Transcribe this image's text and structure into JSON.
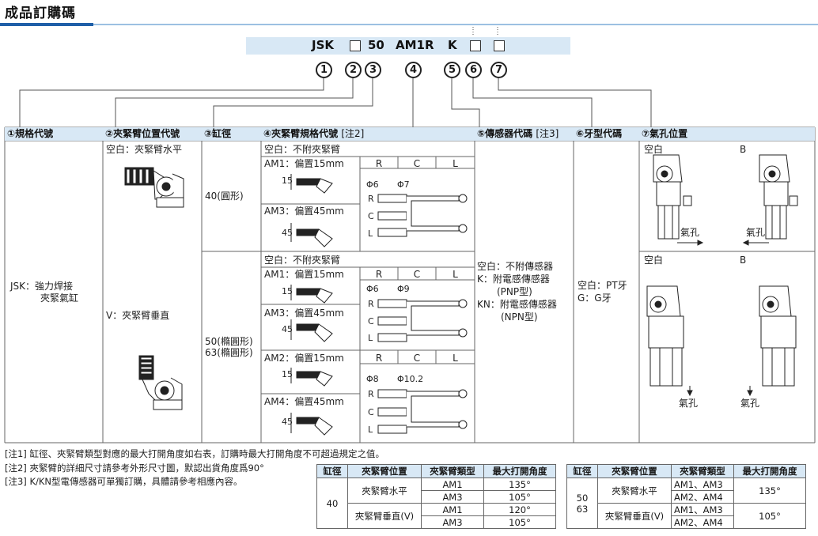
{
  "title": "成品訂購碼",
  "code": {
    "parts": [
      "JSK",
      "50",
      "AM1R",
      "K"
    ],
    "numbers": [
      "1",
      "2",
      "3",
      "4",
      "5",
      "6",
      "7"
    ]
  },
  "headers": {
    "h1": "①規格代號",
    "h2": "②夾緊臂位置代號",
    "h3": "③缸徑",
    "h4": "④夾緊臂規格代號",
    "h4_note": "[注2]",
    "h5": "⑤傳感器代碼",
    "h5_note": "[注3]",
    "h6": "⑥牙型代碼",
    "h7": "⑦氣孔位置"
  },
  "col1": {
    "line1": "JSK：強力焊接",
    "line2": "夾緊氣缸"
  },
  "col2": {
    "horizontal": "空白：夾緊臂水平",
    "vertical": "V：夾緊臂垂直"
  },
  "col3": {
    "bore40": "40(圓形)",
    "bore50": "50(橢圓形)",
    "bore63": "63(橢圓形)"
  },
  "col4": {
    "none": "空白：不附夾緊臂",
    "am1": "AM1：偏置15mm",
    "am3": "AM3：偏置45mm",
    "am2": "AM2：偏置15mm",
    "am4": "AM4：偏置45mm",
    "rcl": [
      "R",
      "C",
      "L"
    ],
    "dim15": "15",
    "dim45": "45",
    "phi_a1": "Φ6",
    "phi_a2": "Φ7",
    "phi_b1": "Φ6",
    "phi_b2": "Φ9",
    "phi_c1": "Φ8",
    "phi_c2": "Φ10.2"
  },
  "col5": {
    "blank": "空白：不附傳感器",
    "k": "K：附電感傳感器",
    "k_sub": "(PNP型)",
    "kn": "KN：附電感傳感器",
    "kn_sub": "(NPN型)"
  },
  "col6": {
    "pt": "空白：PT牙",
    "g": "G：G牙"
  },
  "col7": {
    "blank": "空白",
    "b": "B",
    "port": "氣孔"
  },
  "notes": {
    "n1": "[注1] 缸徑、夾緊臂類型對應的最大打開角度如右表，訂購時最大打開角度不可超過規定之值。",
    "n2": "[注2] 夾緊臂的詳細尺寸請參考外形尺寸圖，默認出貨角度爲90°",
    "n3": "[注3] K/KN型電傳感器可單獨訂購，具體請參考相應內容。"
  },
  "angle_table": {
    "headers": [
      "缸徑",
      "夾緊臂位置",
      "夾緊臂類型",
      "最大打開角度"
    ],
    "left": {
      "bore": "40",
      "pos_h": "夾緊臂水平",
      "pos_v": "夾緊臂垂直(V)",
      "rows": [
        {
          "type": "AM1",
          "angle": "135°"
        },
        {
          "type": "AM3",
          "angle": "105°"
        },
        {
          "type": "AM1",
          "angle": "120°"
        },
        {
          "type": "AM3",
          "angle": "105°"
        }
      ]
    },
    "right": {
      "bore1": "50",
      "bore2": "63",
      "pos_h": "夾緊臂水平",
      "pos_v": "夾緊臂垂直(V)",
      "types_a": "AM1、AM3",
      "types_b": "AM2、AM4",
      "angle_h": "135°",
      "angle_v": "105°"
    }
  }
}
